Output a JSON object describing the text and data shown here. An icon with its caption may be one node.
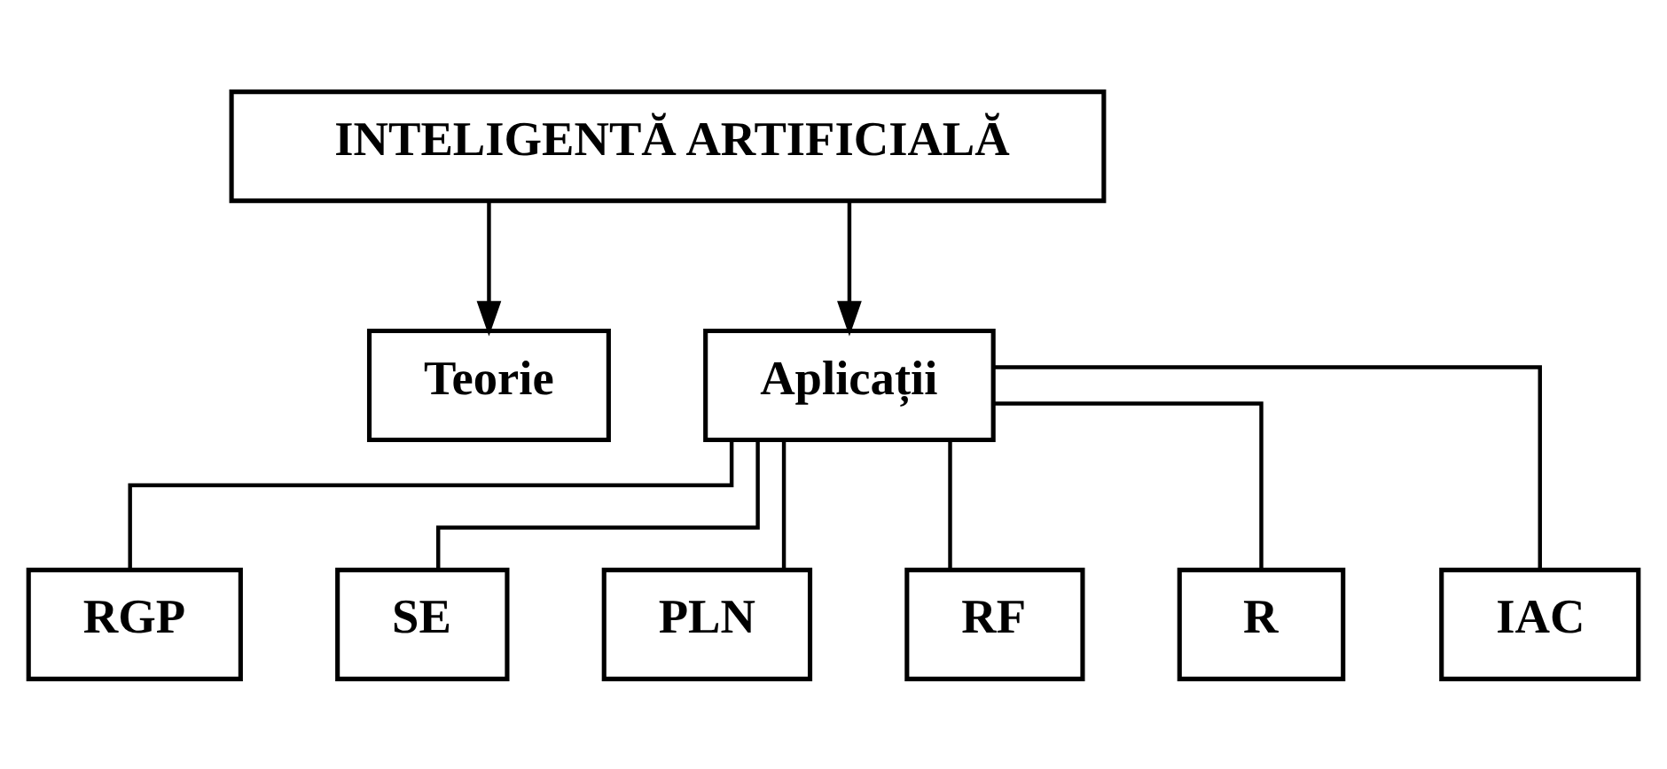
{
  "diagram": {
    "nodes": [
      {
        "text": [
          "INTELIGENTĂ ARTIFICIALĂ"
        ]
      },
      {
        "text": [
          "Teorie"
        ]
      },
      {
        "text": [
          "Aplicații"
        ]
      },
      {
        "text": [
          "RGP"
        ]
      },
      {
        "text": [
          "SE"
        ]
      },
      {
        "text": [
          "PLN"
        ]
      },
      {
        "text": [
          "RF"
        ]
      },
      {
        "text": [
          "R"
        ]
      },
      {
        "text": [
          "IAC"
        ]
      }
    ],
    "edges": [
      {
        "from": 0,
        "to": 1,
        "arrow": "to"
      },
      {
        "from": 0,
        "to": 2,
        "arrow": "to"
      },
      {
        "from": 2,
        "to": 3,
        "arrow": "none"
      },
      {
        "from": 2,
        "to": 4,
        "arrow": "none"
      },
      {
        "from": 2,
        "to": 5,
        "arrow": "none"
      },
      {
        "from": 2,
        "to": 6,
        "arrow": "none"
      },
      {
        "from": 2,
        "to": 7,
        "arrow": "none"
      },
      {
        "from": 2,
        "to": 8,
        "arrow": "none"
      }
    ]
  }
}
